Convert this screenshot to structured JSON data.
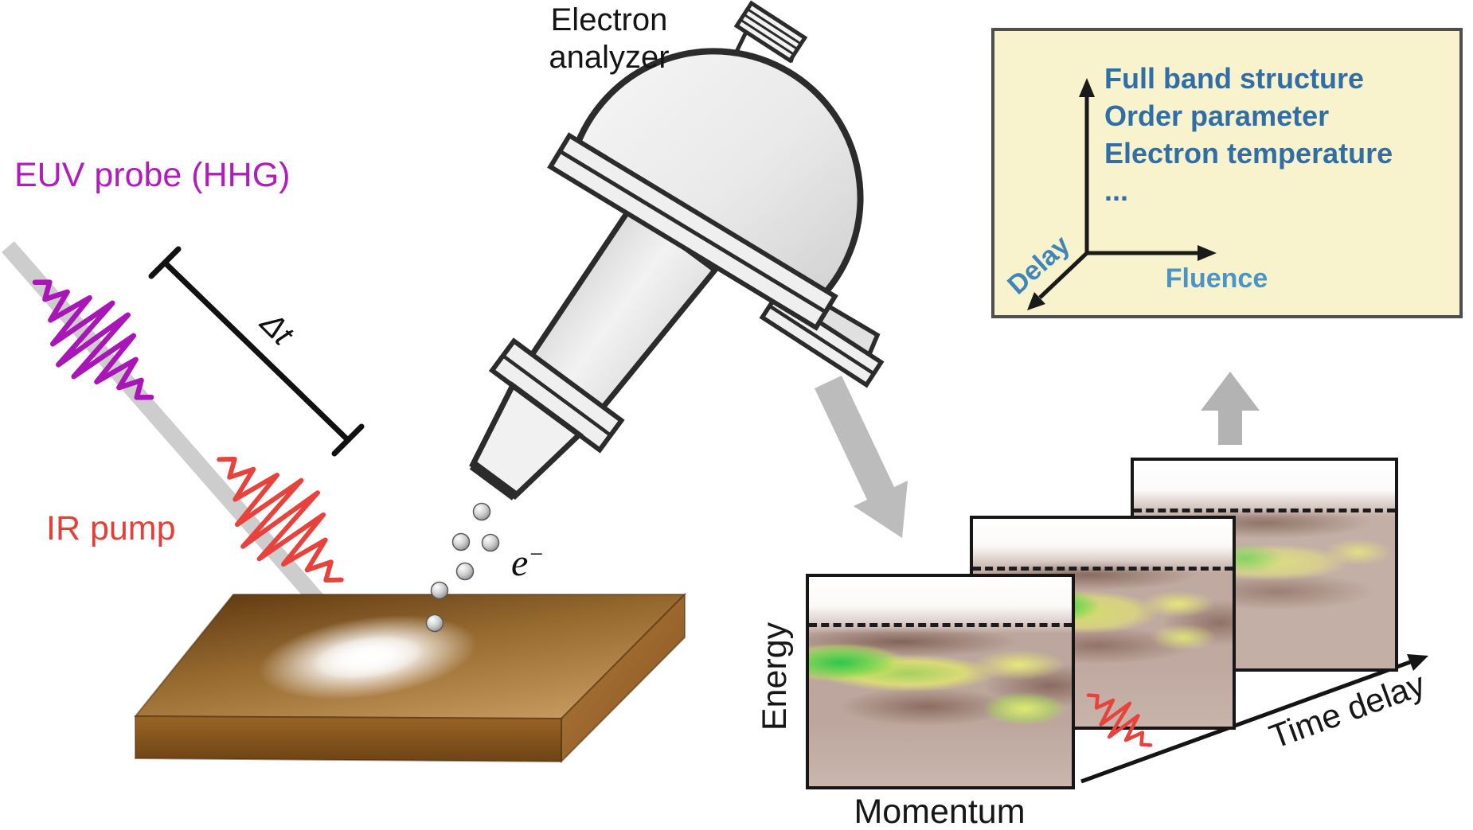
{
  "beam": {
    "euv_probe_label": "EUV probe (HHG)",
    "ir_pump_label": "IR pump",
    "delay_symbol": "Δt"
  },
  "analyzer": {
    "label_line1": "Electron",
    "label_line2": "analyzer"
  },
  "electrons": {
    "symbol": "e",
    "charge": "−"
  },
  "spectra": {
    "energy_axis_label": "Energy",
    "momentum_axis_label": "Momentum",
    "time_delay_axis_label": "Time delay"
  },
  "info_box": {
    "items": [
      "Full band structure",
      "Order parameter",
      "Electron temperature",
      "..."
    ],
    "delay_axis_label": "Delay",
    "fluence_axis_label": "Fluence"
  },
  "colors": {
    "euv_pulse": "#a816b8",
    "euv_label": "#b21cbc",
    "ir_pulse": "#e8423c",
    "ir_label": "#e24038",
    "info_box_bg": "#f8f3cd",
    "info_box_border": "#4d4d52",
    "info_item_text": "#2f6ea6",
    "delay_axis_text": "#3f87ba",
    "fluence_axis_text": "#4a94c8",
    "sample_top": "#a97936",
    "sample_front": "#8a571f",
    "beam_gray": "#cdcdcd",
    "arrow_gray": "#bcbcbc"
  }
}
